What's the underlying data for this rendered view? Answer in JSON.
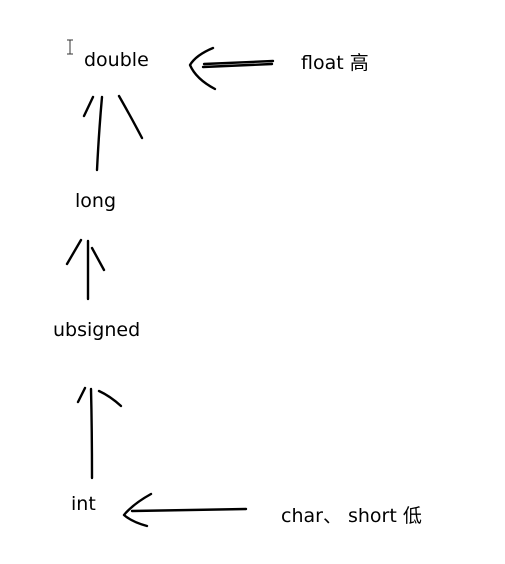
{
  "diagram": {
    "nodes": [
      {
        "id": "double",
        "label": "double"
      },
      {
        "id": "long",
        "label": "long"
      },
      {
        "id": "ubsigned",
        "label": "ubsigned"
      },
      {
        "id": "int",
        "label": "int"
      }
    ],
    "side_labels": {
      "float_high": "float 高",
      "char_short_low": "char、 short 低"
    },
    "stroke_color": "#000000",
    "background_color": "#ffffff",
    "icons": {
      "text_cursor": "text-cursor-icon",
      "arrow_up": "arrow-up-icon",
      "arrow_left": "arrow-left-icon"
    }
  }
}
